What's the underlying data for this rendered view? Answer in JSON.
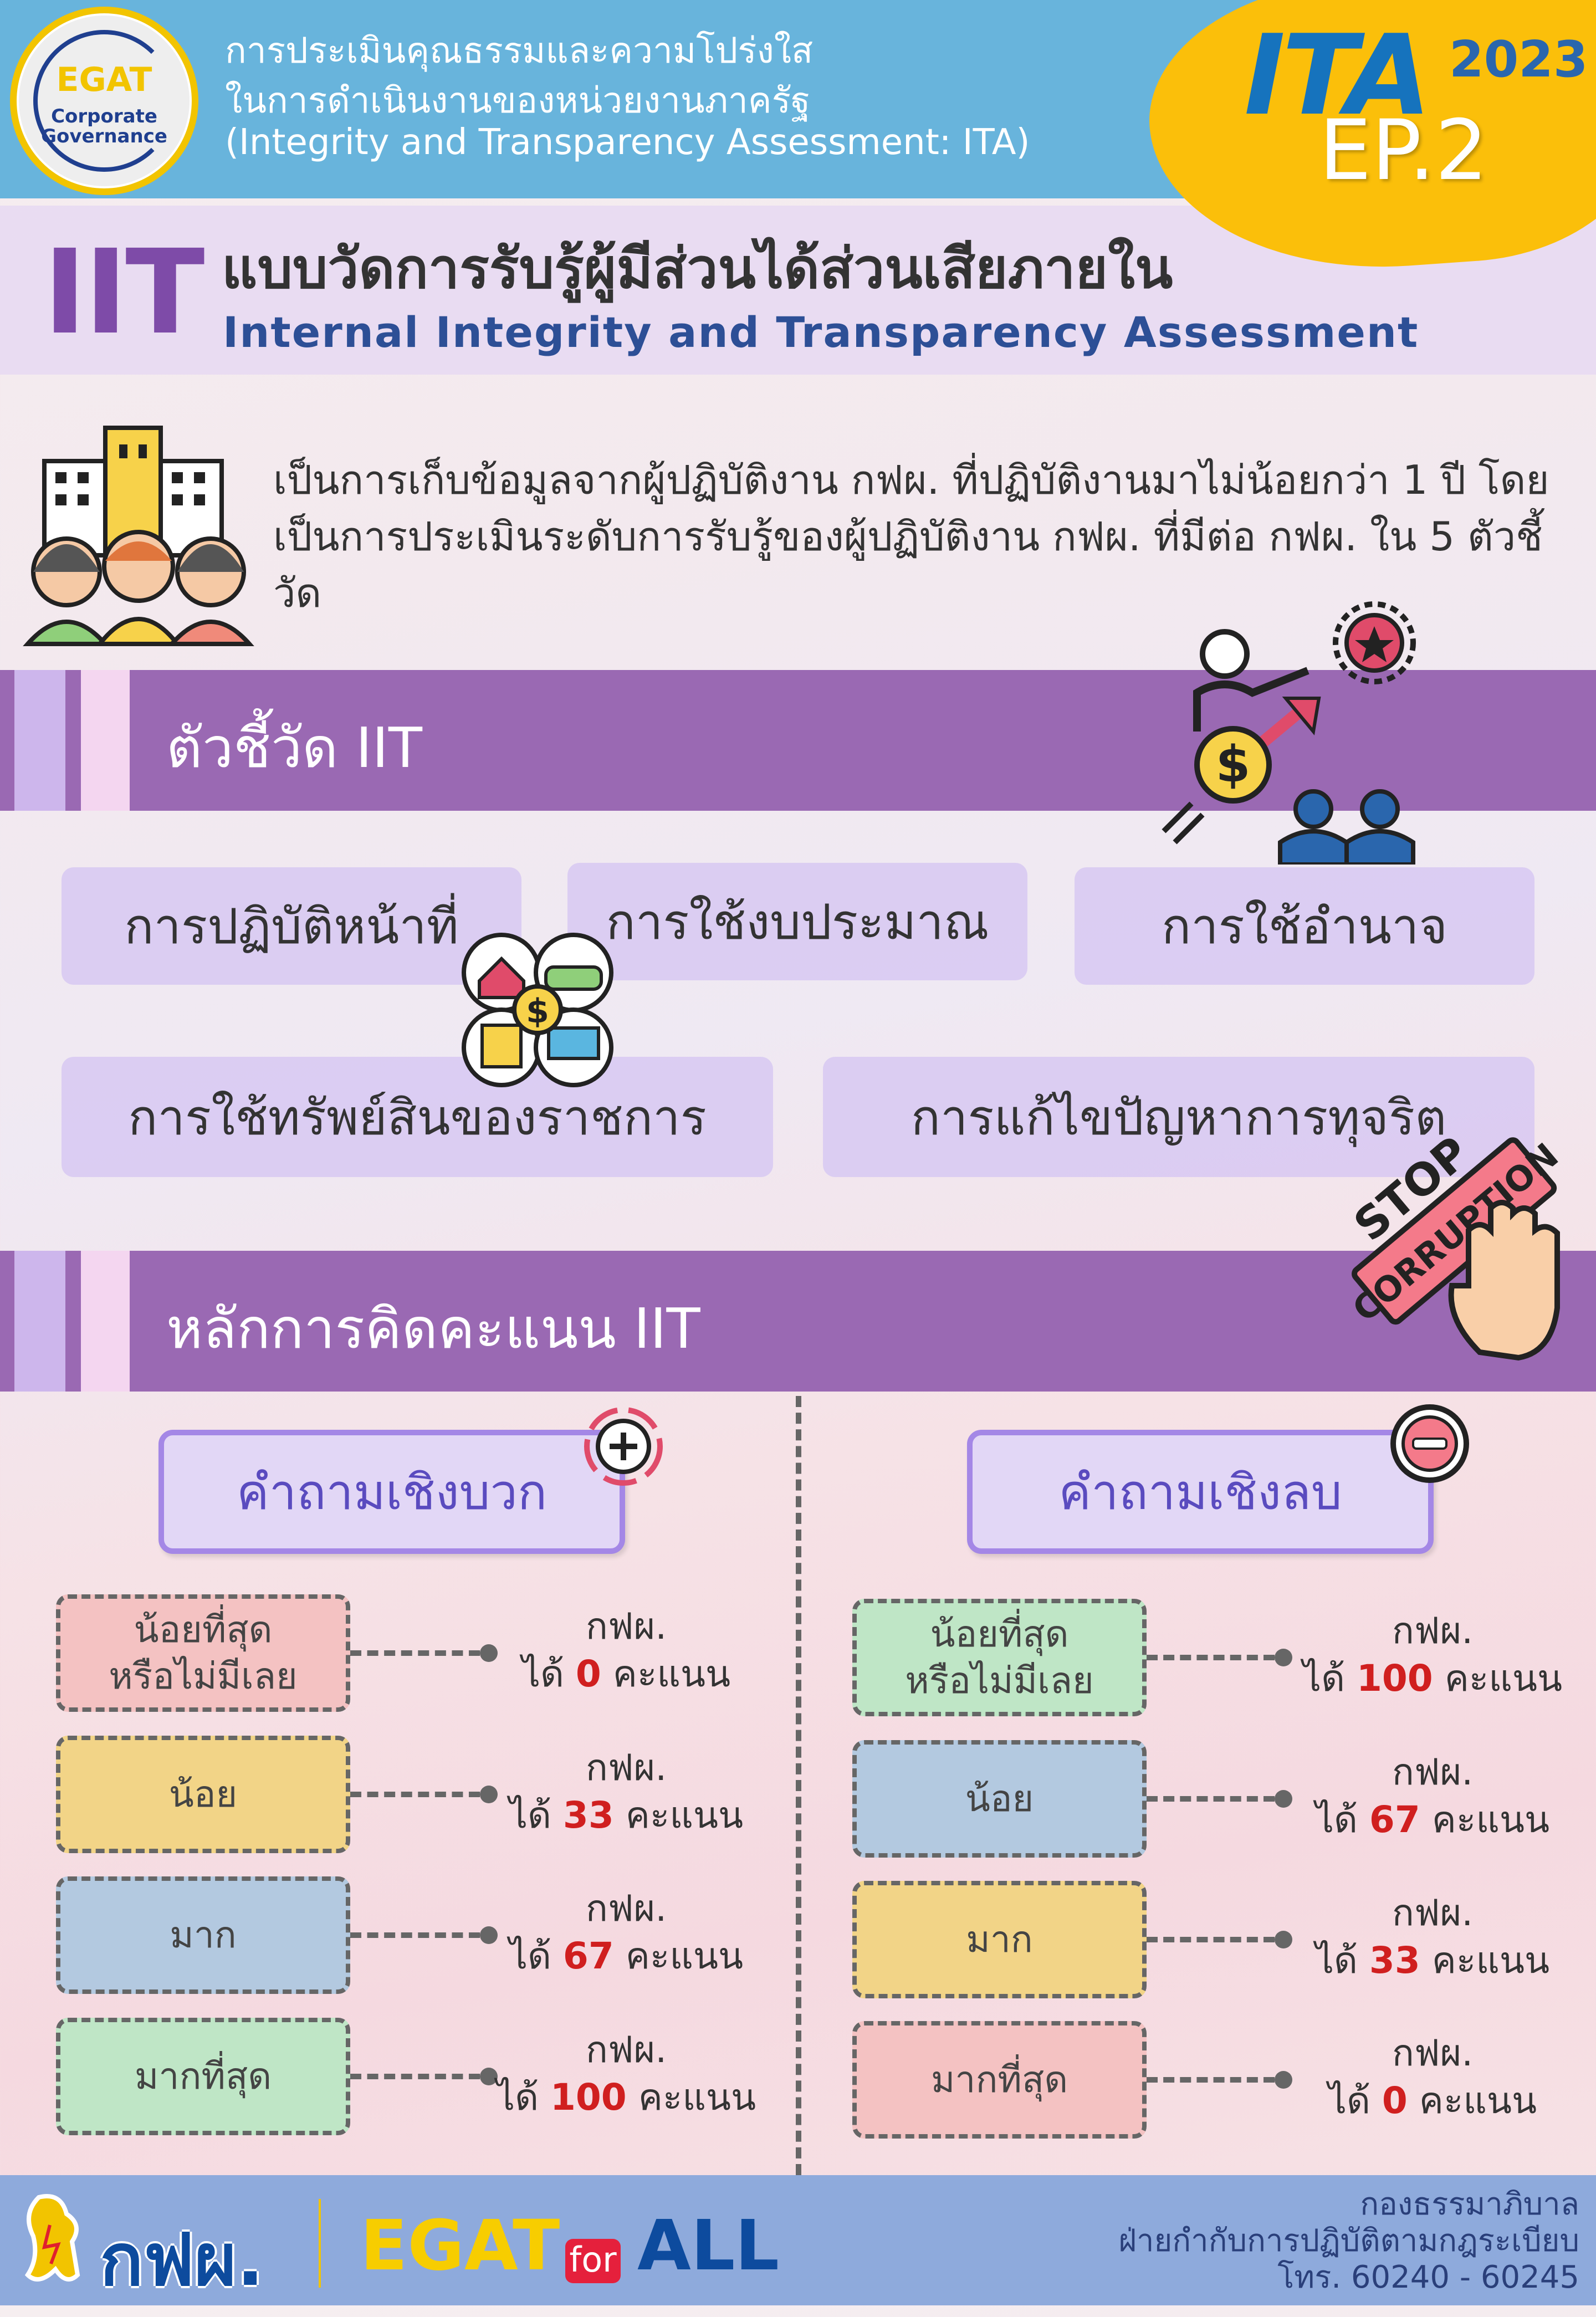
{
  "header": {
    "logo": {
      "top": "EGAT",
      "bottom": "Corporate Governance"
    },
    "title_lines": [
      "การประเมินคุณธรรมและความโปร่งใส",
      "ในการดำเนินงานของหน่วยงานภาครัฐ",
      "(Integrity and Transparency Assessment: ITA)"
    ],
    "badge": {
      "brand": "ITA",
      "year": "2023",
      "episode": "EP.2"
    }
  },
  "iit": {
    "abbr": "IIT",
    "title_th": "แบบวัดการรับรู้ผู้มีส่วนได้ส่วนเสียภายใน",
    "title_en": "Internal Integrity and Transparency Assessment"
  },
  "intro": "เป็นการเก็บข้อมูลจากผู้ปฏิบัติงาน กฟผ. ที่ปฏิบัติงานมาไม่น้อยกว่า 1 ปี โดยเป็นการประเมินระดับการรับรู้ของผู้ปฏิบัติงาน กฟผ. ที่มีต่อ กฟผ. ใน 5 ตัวชี้วัด",
  "indicators": {
    "title": "ตัวชี้วัด IIT",
    "items": [
      "การปฏิบัติหน้าที่",
      "การใช้งบประมาณ",
      "การใช้อำนาจ",
      "การใช้ทรัพย์สินของราชการ",
      "การแก้ไขปัญหาการทุจริต"
    ]
  },
  "stop_sign": {
    "line1": "STOP",
    "line2": "CORRUPTION"
  },
  "scoring": {
    "title": "หลักการคิดคะแนน IIT",
    "positive": {
      "header": "คำถามเชิงบวก",
      "rows": [
        {
          "level": "น้อยที่สุด หรือไม่มีเลย",
          "org": "กฟผ.",
          "prefix": "ได้",
          "score": "0",
          "suffix": "คะแนน",
          "color": "#f4c2c2"
        },
        {
          "level": "น้อย",
          "org": "กฟผ.",
          "prefix": "ได้",
          "score": "33",
          "suffix": "คะแนน",
          "color": "#f2d487"
        },
        {
          "level": "มาก",
          "org": "กฟผ.",
          "prefix": "ได้",
          "score": "67",
          "suffix": "คะแนน",
          "color": "#b3c9e0"
        },
        {
          "level": "มากที่สุด",
          "org": "กฟผ.",
          "prefix": "ได้",
          "score": "100",
          "suffix": "คะแนน",
          "color": "#bfe6c6"
        }
      ]
    },
    "negative": {
      "header": "คำถามเชิงลบ",
      "rows": [
        {
          "level": "น้อยที่สุด หรือไม่มีเลย",
          "org": "กฟผ.",
          "prefix": "ได้",
          "score": "100",
          "suffix": "คะแนน",
          "color": "#bfe6c6"
        },
        {
          "level": "น้อย",
          "org": "กฟผ.",
          "prefix": "ได้",
          "score": "67",
          "suffix": "คะแนน",
          "color": "#b3c9e0"
        },
        {
          "level": "มาก",
          "org": "กฟผ.",
          "prefix": "ได้",
          "score": "33",
          "suffix": "คะแนน",
          "color": "#f2d487"
        },
        {
          "level": "มากที่สุด",
          "org": "กฟผ.",
          "prefix": "ได้",
          "score": "0",
          "suffix": "คะแนน",
          "color": "#f4c2c2"
        }
      ]
    }
  },
  "footer": {
    "egat_th": "กฟผ.",
    "slogan": {
      "a": "EGAT",
      "b": "for",
      "c": "ALL"
    },
    "contact": [
      "กองธรรมาภิบาล",
      "ฝ่ายกำกับการปฏิบัติตามกฎระเบียบ",
      "โทร. 60240 - 60245"
    ]
  }
}
